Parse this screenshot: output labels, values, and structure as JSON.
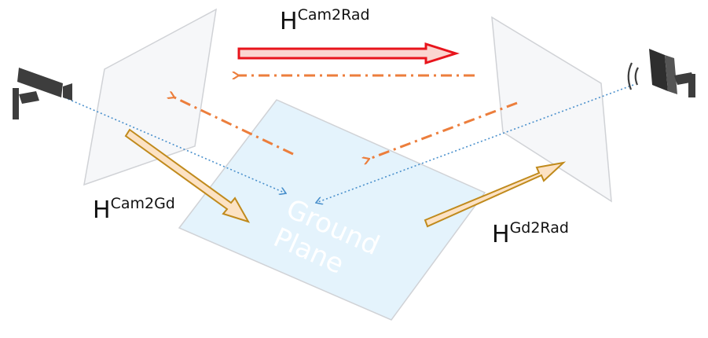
{
  "labels": {
    "cam2rad": {
      "base": "H",
      "sup": "Cam2Rad"
    },
    "cam2gd": {
      "base": "H",
      "sup": "Cam2Gd"
    },
    "gd2rad": {
      "base": "H",
      "sup": "Gd2Rad"
    },
    "ground_plane_line1": "Ground",
    "ground_plane_line2": "Plane"
  },
  "icons": {
    "camera": "camera-icon",
    "radar": "radar-icon"
  },
  "colors": {
    "red_arrow": "#e8141c",
    "red_arrow_fill": "#fbd5d0",
    "orange_dashdot": "#ec7e3c",
    "gold_arrow": "#c08a1c",
    "gold_arrow_fill": "#fce2c4",
    "blue_ray": "#4a90cc",
    "ground_plane": "#e4f3fc",
    "image_plane": "#f5f6f8",
    "plane_border": "#d0d2d6",
    "device": "#3d3d3d"
  }
}
